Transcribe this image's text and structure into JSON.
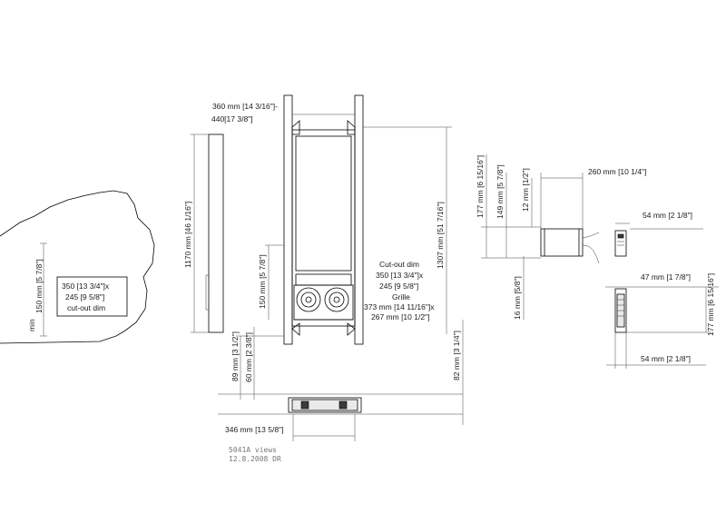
{
  "wall_view": {
    "dim_vertical": "min\n150 mm [5 7/8\"]",
    "cutout_label": [
      "350 [13 3/4\"]x",
      "245 [9 5/8\"]",
      "cut-out dim"
    ]
  },
  "side_view": {
    "height_dim": "1170 mm [46 1/16\"]"
  },
  "front_view": {
    "width_dim": [
      "360 mm [14 3/16\"]-",
      "440[17 3/8\"]"
    ],
    "height_dim": "1307 mm [51 7/16\"]",
    "dim_150": "150 mm [5 7/8\"]",
    "dim_89": "89 mm [3 1/2\"]",
    "dim_60": "60 mm [2 3/8\"]",
    "dim_82": "82 mm [3 1/4\"]",
    "cutout_info": [
      "Cut-out dim",
      "350 [13 3/4\"]x",
      "245 [9 5/8\"]",
      "Grille",
      "373 mm [14 11/16\"]x",
      "267 mm [10 1/2\"]"
    ]
  },
  "top_view": {
    "width_dim": "346 mm [13 5/8\"]"
  },
  "amp_view": {
    "dim_177": "177 mm [6 15/16\"]",
    "dim_149": "149 mm [5 7/8\"]",
    "dim_12": "12 mm [1/2\"]",
    "dim_260": "260 mm [10 1/4\"]",
    "dim_54_top": "54 mm [2 1/8\"]",
    "dim_16": "16 mm [5/8\"]",
    "dim_47": "47 mm [1 7/8\"]",
    "dim_177_right": "177 mm [6 15/16\"]",
    "dim_54_bottom": "54 mm [2 1/8\"]"
  },
  "signature": {
    "line1": "5041A views",
    "line2": "12.8.2008 DR"
  }
}
